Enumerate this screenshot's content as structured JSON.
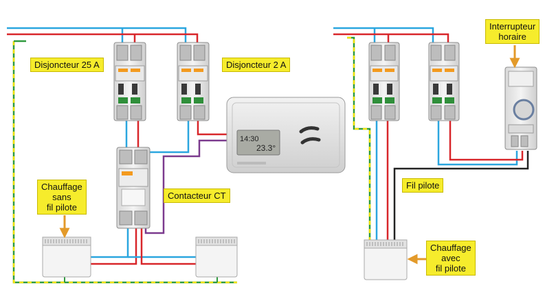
{
  "labels": {
    "breaker_25a": "Disjoncteur 25 A",
    "breaker_2a": "Disjoncteur 2 A",
    "contactor": "Contacteur CT",
    "heater_no_pilot": [
      "Chauffage",
      "sans",
      "fil pilote"
    ],
    "pilot_wire": "Fil pilote",
    "heater_with_pilot": [
      "Chauffage",
      "avec",
      "fil pilote"
    ],
    "timer_switch": [
      "Interrupteur",
      "horaire"
    ]
  },
  "thermostat": {
    "time": "14:30",
    "temperature": "23.3°"
  },
  "colors": {
    "phase": "#d8262a",
    "neutral": "#2aa6df",
    "earth_yellow": "#f2e20a",
    "earth_green": "#2f9a3e",
    "pilot_black": "#222222",
    "control_purple": "#7b3a8e",
    "label_bg": "#f6ec2c",
    "arrow": "#e39a2a"
  }
}
